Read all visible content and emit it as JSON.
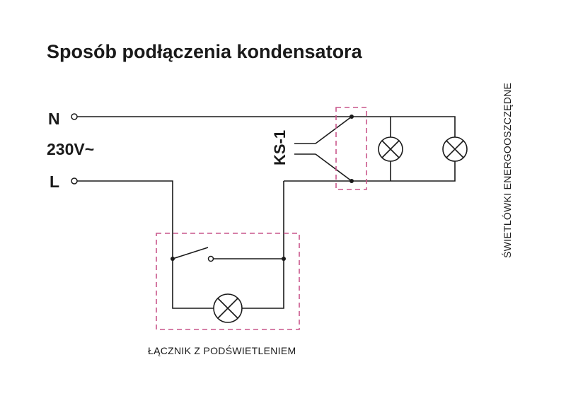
{
  "title": "Sposób podłączenia kondensatora",
  "terminals": {
    "neutral": "N",
    "live": "L",
    "voltage": "230V~"
  },
  "capacitor": {
    "label": "KS-1"
  },
  "switch_module": {
    "caption": "ŁĄCZNIK Z PODŚWIETLENIEM"
  },
  "lamps": {
    "caption": "ŚWIETLÓWKI ENERGOOSZCZĘDNE"
  },
  "colors": {
    "wire": "#1a1a1a",
    "dashed_frame": "#c9578c"
  }
}
